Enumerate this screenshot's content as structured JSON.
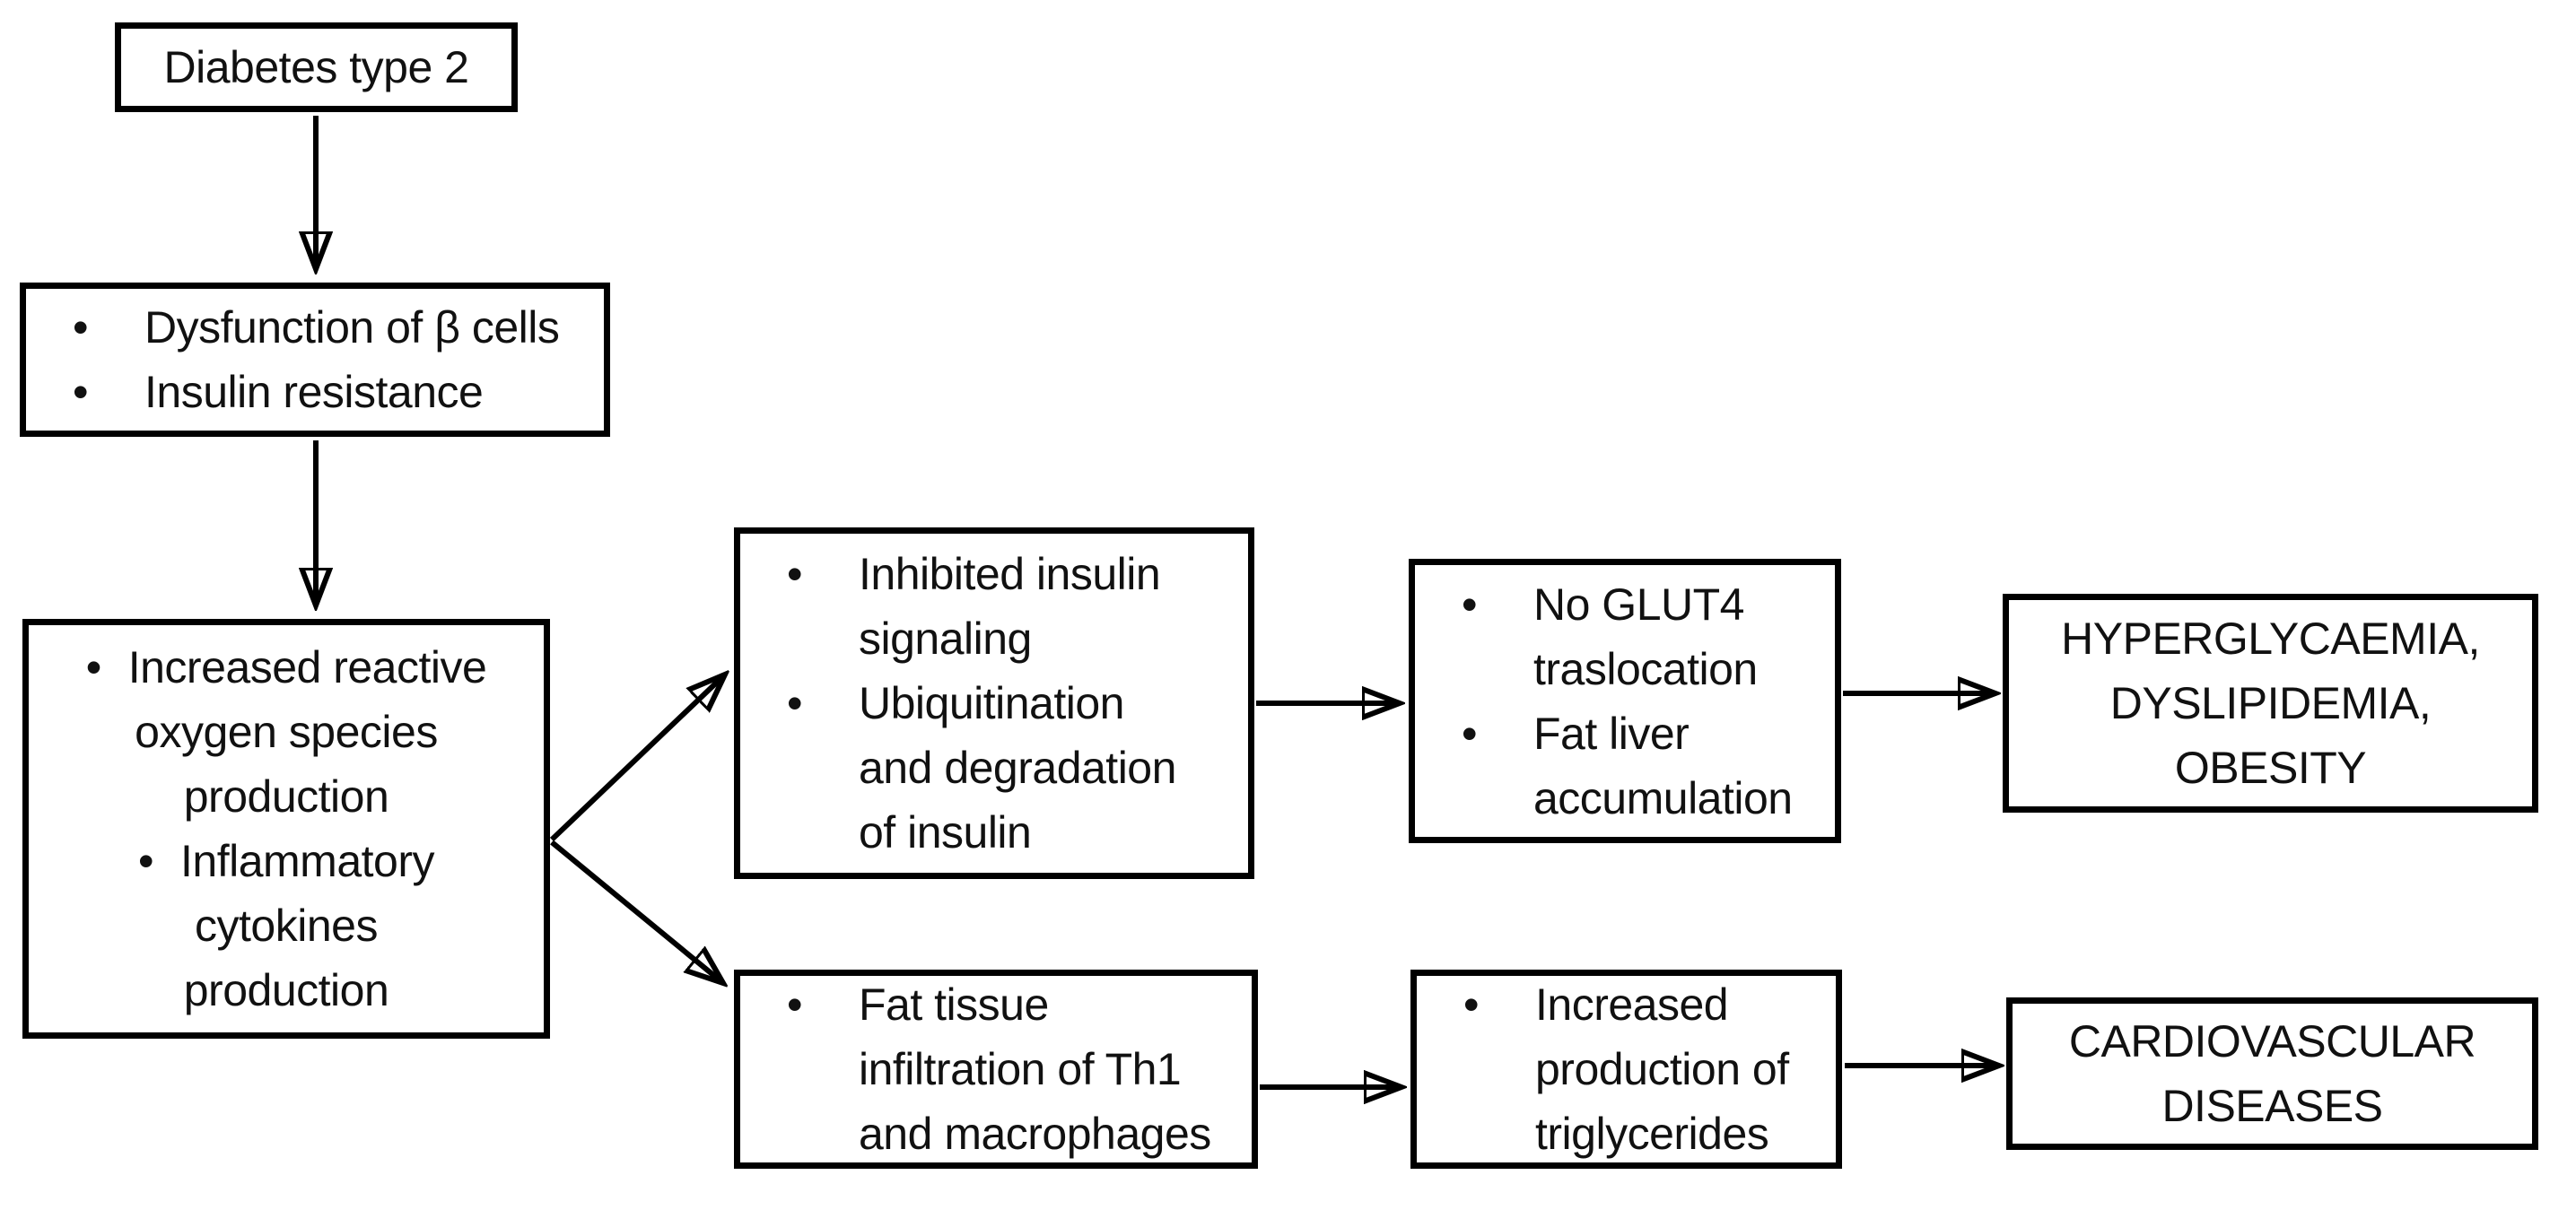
{
  "colors": {
    "stroke": "#000000",
    "background": "#ffffff",
    "text": "#111111"
  },
  "bullet_glyph": "•",
  "boxes": {
    "b1": {
      "lines": [
        "Diabetes type 2"
      ]
    },
    "b2": {
      "items": [
        {
          "lines": [
            "Dysfunction of β cells"
          ]
        },
        {
          "lines": [
            "Insulin resistance"
          ]
        }
      ]
    },
    "b3": {
      "items": [
        {
          "lines": [
            "Increased reactive",
            "oxygen species",
            "production"
          ]
        },
        {
          "lines": [
            "Inflammatory",
            "cytokines",
            "production"
          ]
        }
      ]
    },
    "b4": {
      "items": [
        {
          "lines": [
            "Inhibited insulin",
            "signaling"
          ]
        },
        {
          "lines": [
            "Ubiquitination",
            "and degradation",
            "of insulin"
          ]
        }
      ]
    },
    "b5": {
      "items": [
        {
          "lines": [
            "Fat tissue",
            "infiltration of Th1",
            "and macrophages"
          ]
        }
      ]
    },
    "b6": {
      "items": [
        {
          "lines": [
            "No GLUT4",
            "traslocation"
          ]
        },
        {
          "lines": [
            "Fat liver",
            "accumulation"
          ]
        }
      ]
    },
    "b7": {
      "items": [
        {
          "lines": [
            "Increased",
            "production of",
            "triglycerides"
          ]
        }
      ]
    },
    "b8": {
      "lines": [
        "HYPERGLYCAEMIA,",
        "DYSLIPIDEMIA,",
        "OBESITY"
      ]
    },
    "b9": {
      "lines": [
        "CARDIOVASCULAR",
        "DISEASES"
      ]
    }
  }
}
